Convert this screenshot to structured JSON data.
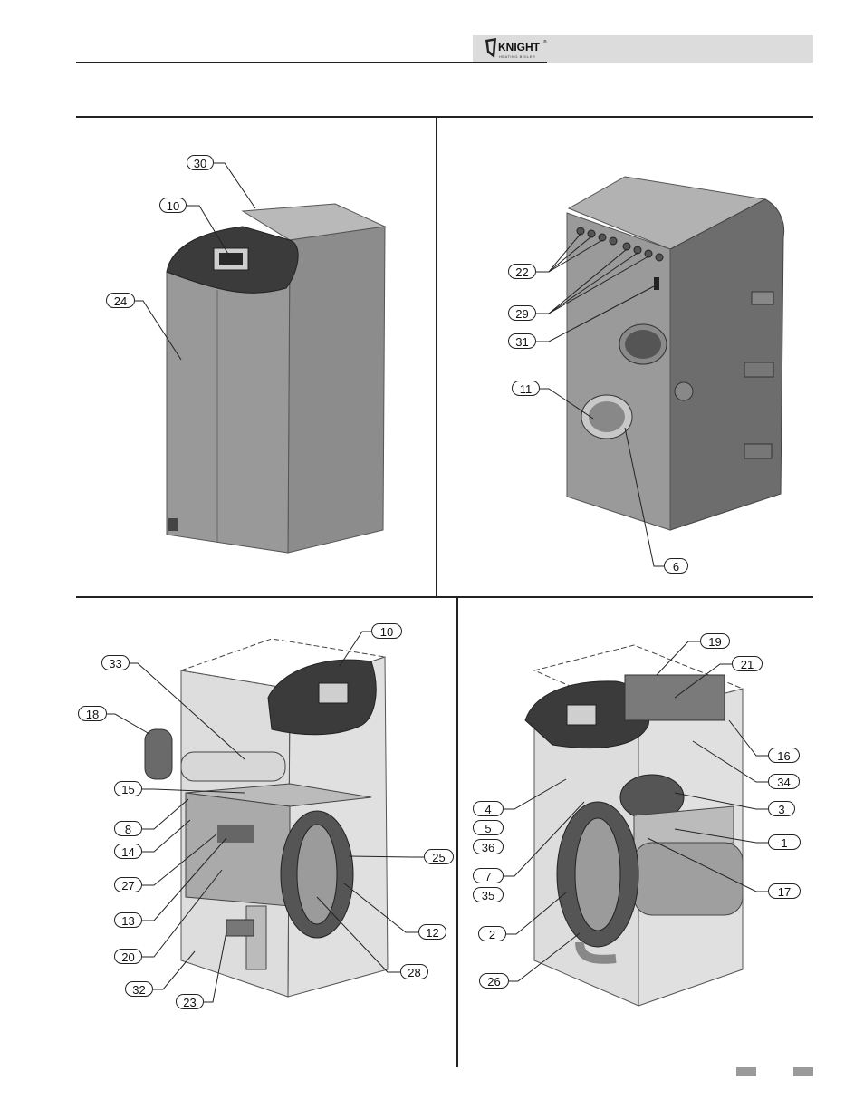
{
  "brand": {
    "logo_text": "KNIGHT",
    "logo_sub": "HEATING BOILER",
    "tm": "®"
  },
  "callouts": {
    "p1": [
      "30",
      "10",
      "24"
    ],
    "p2": [
      "22",
      "29",
      "31",
      "11",
      "6"
    ],
    "p3": [
      "10",
      "33",
      "18",
      "15",
      "8",
      "14",
      "27",
      "13",
      "20",
      "32",
      "23",
      "25",
      "12",
      "28"
    ],
    "p4": [
      "19",
      "21",
      "16",
      "34",
      "3",
      "1",
      "17",
      "4",
      "5",
      "36",
      "7",
      "35",
      "2",
      "26"
    ]
  },
  "colors": {
    "panel": "#8e8e8e",
    "panel_dark": "#6c6c6c",
    "panel_light": "#b8b8b8",
    "bezel": "#3a3a3a",
    "header_bar": "#dcdcdc"
  }
}
